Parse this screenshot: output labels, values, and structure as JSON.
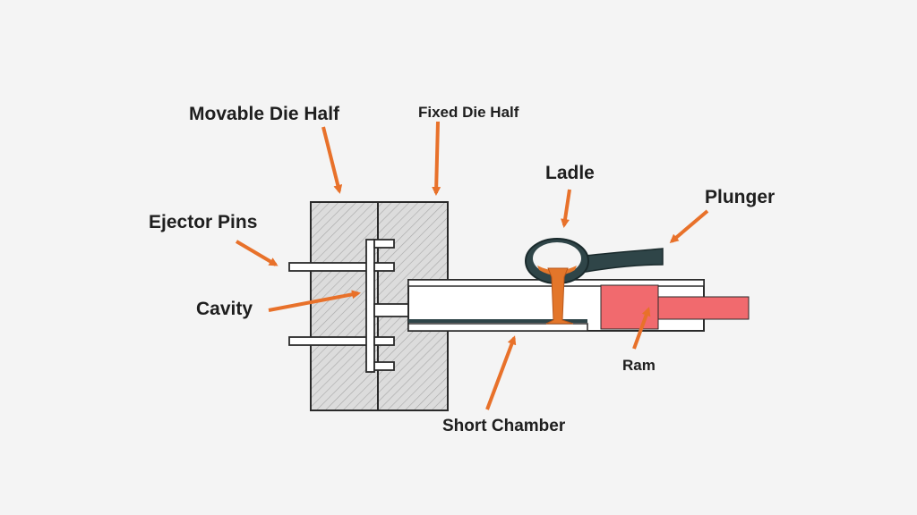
{
  "labels": {
    "movable_die_half": "Movable Die Half",
    "fixed_die_half": "Fixed Die Half",
    "ladle": "Ladle",
    "plunger": "Plunger",
    "ejector_pins": "Ejector Pins",
    "cavity": "Cavity",
    "ram": "Ram",
    "short_chamber": "Short Chamber"
  },
  "colors": {
    "background": "#f4f4f4",
    "arrow": "#e8712a",
    "die_fill": "#d9d9d9",
    "outline": "#2a2a2a",
    "ladle": "#2f4548",
    "molten_metal": "#e3762a",
    "ram": "#f16a6e"
  }
}
